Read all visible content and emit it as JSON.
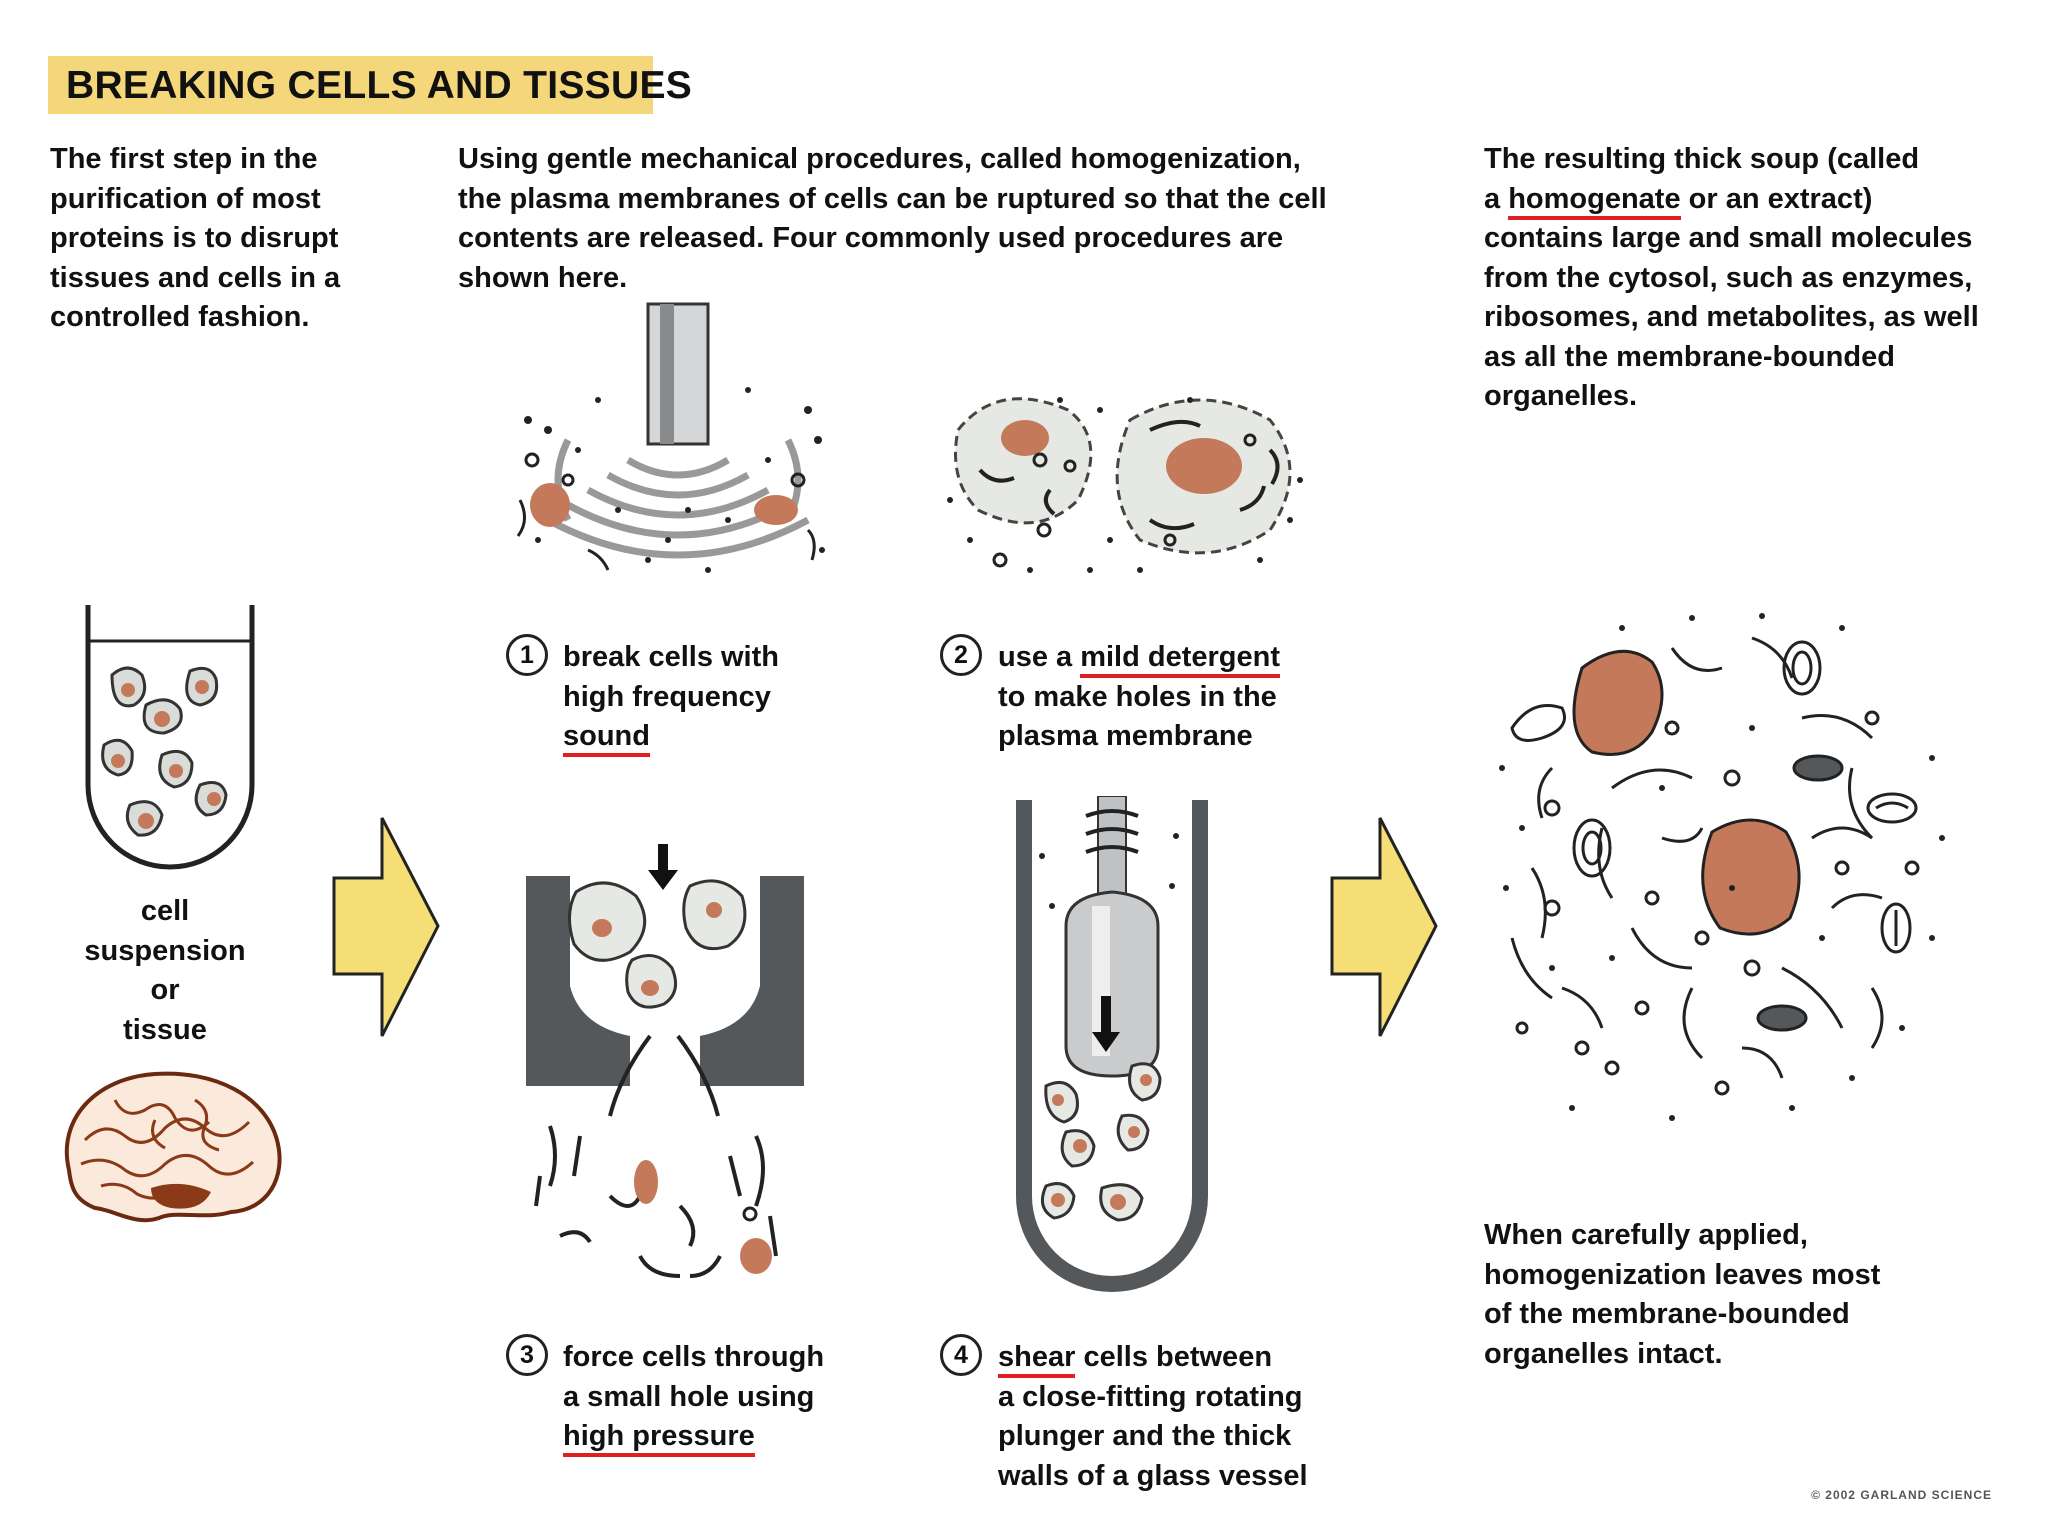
{
  "title": "BREAKING CELLS AND TISSUES",
  "intro_left": [
    "The first step in the",
    "purification of most",
    "proteins is to disrupt",
    "tissues and cells in a",
    "controlled fashion."
  ],
  "intro_middle": [
    "Using gentle mechanical procedures, called homogenization,",
    "the plasma membranes of cells can be ruptured so that the cell",
    "contents are released. Four commonly used procedures are",
    "shown here."
  ],
  "intro_right": {
    "line1": "The resulting thick soup (called",
    "line2_pre": "a ",
    "line2_term": "homogenate",
    "line2_post": " or an extract)",
    "lines_rest": [
      "contains large and small molecules",
      "from the cytosol, such as enzymes,",
      "ribosomes, and metabolites, as well",
      "as all the membrane-bounded",
      "organelles."
    ]
  },
  "sample_label": [
    "cell",
    "suspension",
    "or",
    "tissue"
  ],
  "steps": [
    {
      "number": "1",
      "line1": "break cells with",
      "line2": "high frequency",
      "line3_term": "sound"
    },
    {
      "number": "2",
      "line1_pre": "use a ",
      "line1_term": "mild detergent",
      "line2": "to make holes in the",
      "line3": "plasma membrane"
    },
    {
      "number": "3",
      "line1": "force cells through",
      "line2": "a small hole using",
      "line3_term": "high pressure"
    },
    {
      "number": "4",
      "line1_term": "shear",
      "line1_post": " cells between",
      "line2": "a close-fitting rotating",
      "line3": "plunger and the thick",
      "line4": "walls of a glass vessel"
    }
  ],
  "outro": [
    "When carefully applied,",
    "homogenization leaves most",
    "of the membrane-bounded",
    "organelles intact."
  ],
  "footer_mark": "© 2002 GARLAND SCIENCE",
  "colors": {
    "title_bg": "#f4d77a",
    "arrow": "#f5de75",
    "nucleus": "#c47a5a",
    "underline": "#e02020",
    "cell_fill": "#e6e8e4",
    "steel": "#55585b"
  }
}
